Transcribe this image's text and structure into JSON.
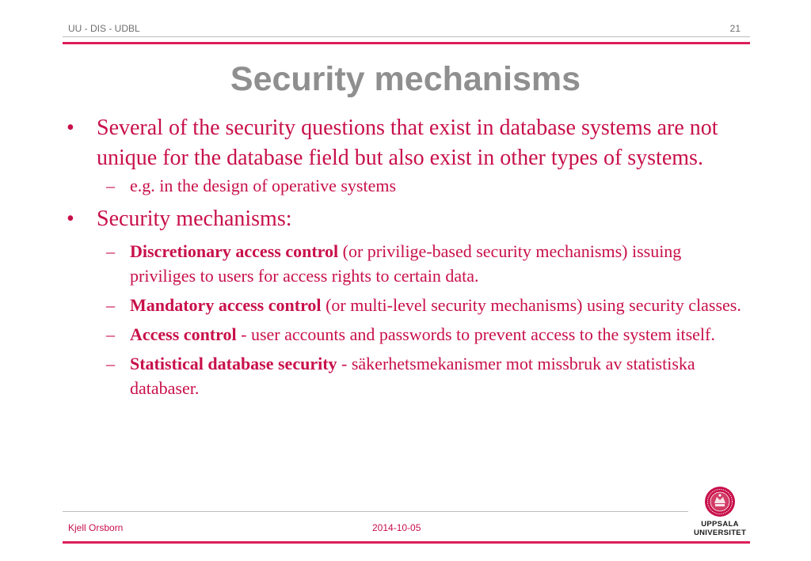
{
  "header": {
    "left": "UU - DIS - UDBL",
    "page_number": "21"
  },
  "title": "Security mechanisms",
  "bullets": [
    {
      "mark": "•",
      "text": "Several of the security questions that exist in database systems are not unique for the database field but also exist in other types of systems.",
      "sub": [
        {
          "mark": "–",
          "text": "e.g. in the design of operative systems"
        }
      ]
    },
    {
      "mark": "•",
      "text": "Security mechanisms:",
      "sub": [
        {
          "mark": "–",
          "bold": "Discretionary access control",
          "text": " (or privilige-based security mechanisms) issuing priviliges to users for access rights to certain data."
        },
        {
          "mark": "–",
          "bold": "Mandatory access control",
          "text": " (or multi-level security mechanisms) using security classes."
        },
        {
          "mark": "–",
          "bold": "Access control",
          "text": " - user accounts and passwords to prevent access to the system itself."
        },
        {
          "mark": "–",
          "bold": "Statistical database security",
          "text": " - säkerhetsmekanismer mot missbruk av statistiska databaser."
        }
      ]
    }
  ],
  "footer": {
    "author": "Kjell Orsborn",
    "date": "2014-10-05"
  },
  "logo": {
    "line1": "UPPSALA",
    "line2": "UNIVERSITET",
    "icon": "uppsala-university-seal-icon"
  },
  "colors": {
    "accent": "#dc1e5a",
    "body_text": "#c8104a",
    "title": "#8f8f8f",
    "header_text": "#6e6e6e"
  }
}
